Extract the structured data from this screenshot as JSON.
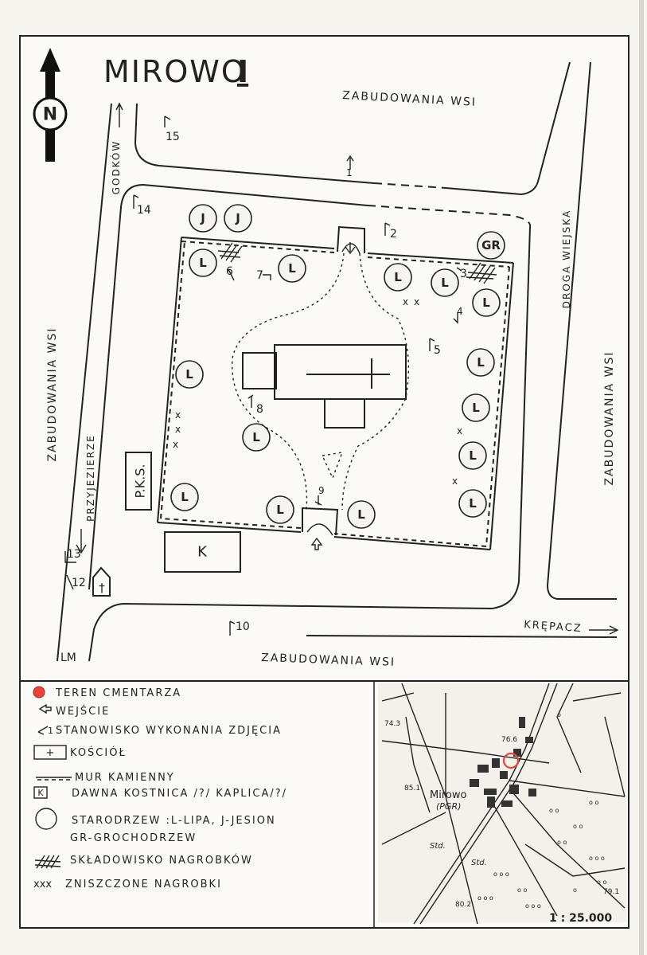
{
  "title": "MIROWO",
  "title_numeral": "I",
  "compass": {
    "letter": "N"
  },
  "streets": {
    "top": "ZABUDOWANIA WSI",
    "left": "ZABUDOWANIA WSI",
    "right": "ZABUDOWANIA WSI",
    "bottom": "ZABUDOWANIA WSI",
    "godkow": "GODKÓW",
    "droga": "DROGA WIEJSKA",
    "przyjezierze": "PRZYJEZIERZE",
    "krepacz": "KRĘPACZ"
  },
  "buildings": {
    "pks": "P.K.S.",
    "kostnica": "K",
    "chapel_cross": "†"
  },
  "trees": {
    "lipa": "L",
    "jesion": "J",
    "grochodrzew": "GR"
  },
  "photo_points": [
    "1",
    "2",
    "3",
    "4",
    "5",
    "6",
    "7",
    "8",
    "9",
    "10",
    "12",
    "13",
    "14",
    "15"
  ],
  "signature": "LM",
  "legend": {
    "teren": "TEREN CMENTARZA",
    "wejscie": "WEJŚCIE",
    "stanowisko": "STANOWISKO WYKONANIA ZDJĘCIA",
    "kosciol": "KOŚCIÓŁ",
    "mur": "MUR KAMIENNY",
    "k_letter": "K",
    "kostnica": "DAWNA KOSTNICA /?/ KAPLICA/?/",
    "starodrzew_1": "STARODRZEW :L-LIPA, J-JESION",
    "starodrzew_2": "GR-GROCHODRZEW",
    "skladowisko": "SKŁADOWISKO NAGROBKÓW",
    "zniszczone": "ZNISZCZONE NAGROBKI",
    "x_marks": "xxx",
    "cemetery_color": "#e8453c"
  },
  "inset": {
    "town": "Mirowo",
    "pgr": "(PGR)",
    "heights": [
      "74.3",
      "76.6",
      "85.1",
      "79.1",
      "80.2"
    ],
    "std1": "Std.",
    "std2": "Std.",
    "scale": "1 : 25.000"
  }
}
